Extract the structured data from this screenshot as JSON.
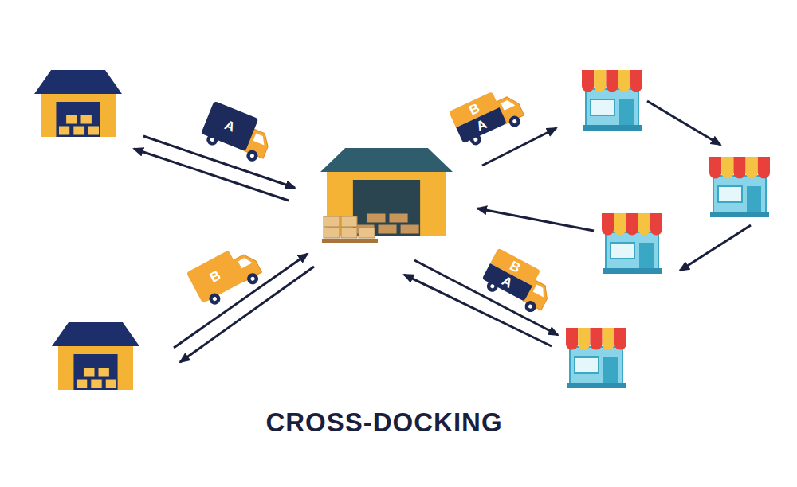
{
  "diagram": {
    "title": "CROSS-DOCKING",
    "labels": [
      "A",
      "B",
      "A",
      "B",
      "B",
      "A"
    ]
  }
}
